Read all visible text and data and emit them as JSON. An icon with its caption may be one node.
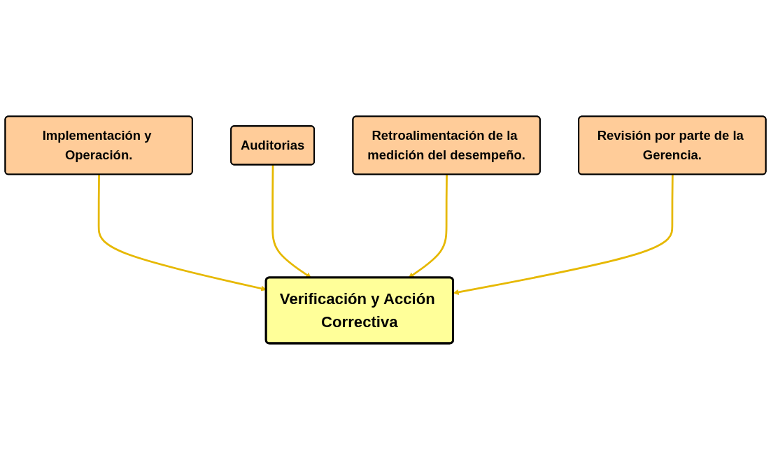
{
  "diagram": {
    "nodes": [
      {
        "text": [
          "Implementación y Operación."
        ]
      },
      {
        "text": [
          "Auditorias"
        ]
      },
      {
        "text": [
          "Verificación y Acción Correctiva"
        ]
      },
      {
        "text": [
          "Retroalimentación de la medición del desempeño."
        ]
      },
      {
        "text": [
          "Revisión por parte de la Gerencia."
        ]
      }
    ],
    "edges": [
      {
        "from": 0,
        "to": 2,
        "arrow": "to"
      },
      {
        "from": 1,
        "to": 2,
        "arrow": "to"
      },
      {
        "from": 3,
        "to": 2,
        "arrow": "to"
      },
      {
        "from": 4,
        "to": 2,
        "arrow": "to"
      }
    ]
  }
}
